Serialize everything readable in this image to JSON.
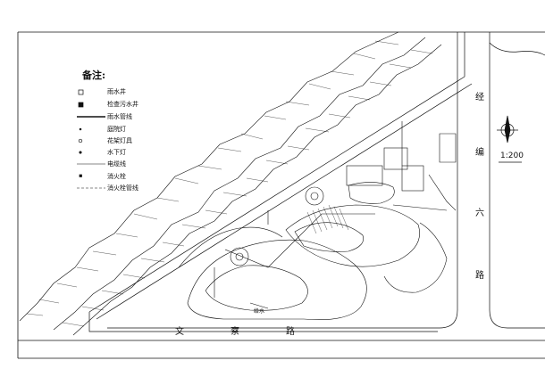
{
  "legend": {
    "title": "备注:",
    "items": [
      {
        "symbol": "square-icon",
        "label": "雨水井"
      },
      {
        "symbol": "filled-square-icon",
        "label": "检查污水井"
      },
      {
        "symbol": "thick-line-icon",
        "label": "雨水管线"
      },
      {
        "symbol": "small-dot-icon",
        "label": "庭院灯"
      },
      {
        "symbol": "circle-icon",
        "label": "花架灯具"
      },
      {
        "symbol": "dot-icon",
        "label": "水下灯"
      },
      {
        "symbol": "thin-line-icon",
        "label": "电缆线"
      },
      {
        "symbol": "hydrant-icon",
        "label": "消火栓"
      },
      {
        "symbol": "dashed-line-icon",
        "label": "消火栓管线"
      }
    ]
  },
  "roads": {
    "east": [
      "经",
      "编",
      "六",
      "路"
    ],
    "south": [
      "文",
      "察",
      "路"
    ]
  },
  "scale": "1:200",
  "site_tag": "给水",
  "colors": {
    "ink": "#111111",
    "paper": "#ffffff"
  }
}
